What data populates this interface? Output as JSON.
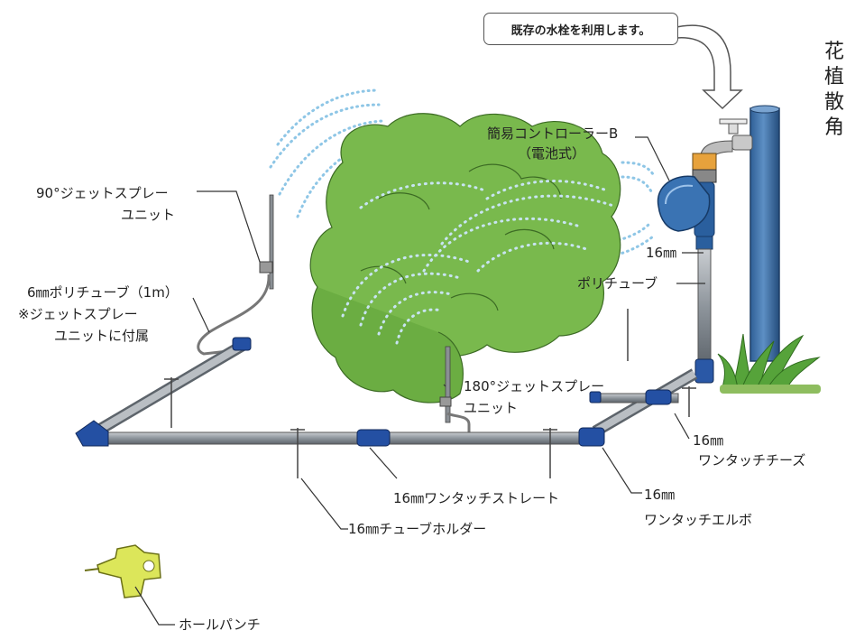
{
  "callout": "既存の水栓を利用します。",
  "side_text": [
    "花",
    "植",
    "散",
    "角"
  ],
  "labels": {
    "controller_l1": "簡易コントローラーB",
    "controller_l2": "（電池式）",
    "jet90_l1": "90°ジェットスプレー",
    "jet90_l2": "ユニット",
    "polytube6_l1": "6㎜ポリチューブ（1m）",
    "polytube6_l2": "※ジェットスプレー",
    "polytube6_l3": "ユニットに付属",
    "polytube16_l1": "16㎜",
    "polytube16_l2": "ポリチューブ",
    "jet180_l1": "180°ジェットスプレー",
    "jet180_l2": "ユニット",
    "tees_l1": "16㎜",
    "tees_l2": "ワンタッチチーズ",
    "straight": "16㎜ワンタッチストレート",
    "elbow_l1": "16㎜",
    "elbow_l2": "ワンタッチエルボ",
    "holder": "16㎜チューブホルダー",
    "punch": "ホールパンチ"
  }
}
